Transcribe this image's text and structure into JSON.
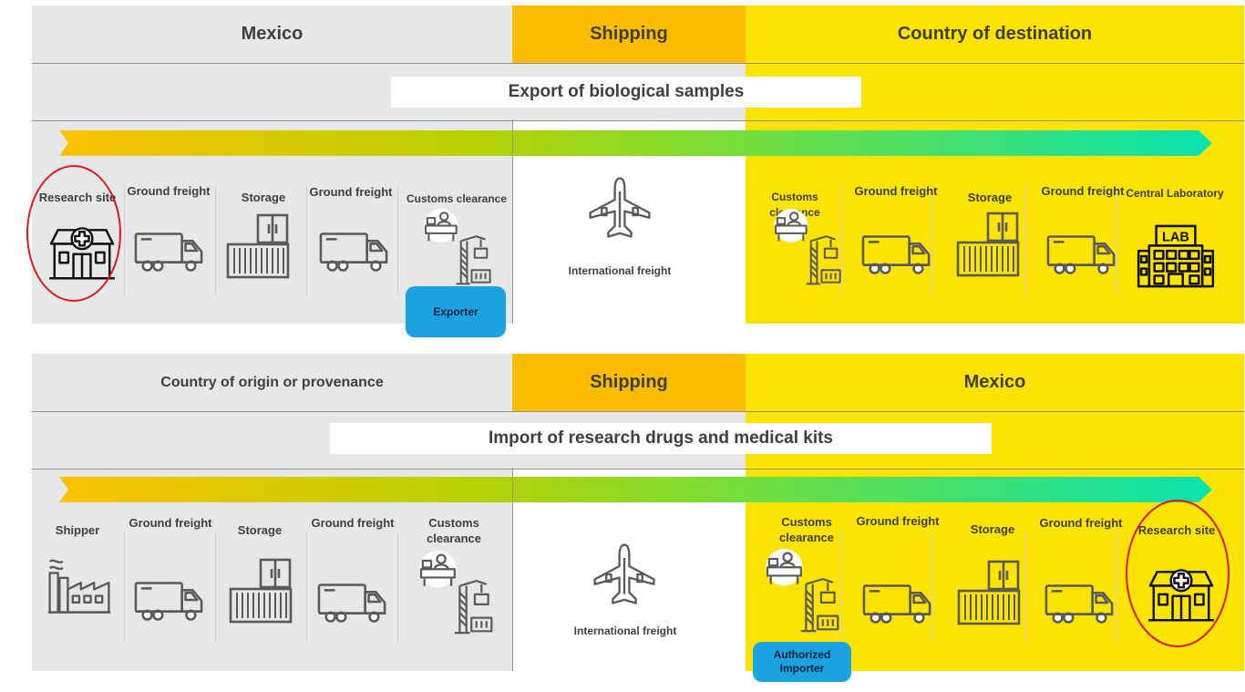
{
  "export": {
    "headers": {
      "left": "Mexico",
      "mid": "Shipping",
      "right": "Country of destination"
    },
    "banner": "Export of biological samples",
    "steps_left": [
      {
        "label": "Research site",
        "icon": "hospital-icon"
      },
      {
        "label": "Ground freight",
        "icon": "truck-icon"
      },
      {
        "label": "Storage",
        "icon": "container-icon"
      },
      {
        "label": "Ground freight",
        "icon": "truck-icon"
      },
      {
        "label": "Customs clearance",
        "icon": "customs-icon"
      }
    ],
    "freight_label": "International freight",
    "steps_right": [
      {
        "label": "Customs clearance",
        "icon": "customs-icon"
      },
      {
        "label": "Ground freight",
        "icon": "truck-icon"
      },
      {
        "label": "Storage",
        "icon": "container-icon"
      },
      {
        "label": "Ground freight",
        "icon": "truck-icon"
      },
      {
        "label": "Central Laboratory",
        "icon": "laboratory-icon"
      }
    ],
    "badge": "Exporter",
    "lab_sign": "LAB"
  },
  "import": {
    "headers": {
      "left": "Country of origin or provenance",
      "mid": "Shipping",
      "right": "Mexico"
    },
    "banner": "Import of research drugs and medical kits",
    "steps_left": [
      {
        "label": "Shipper",
        "icon": "factory-icon"
      },
      {
        "label": "Ground freight",
        "icon": "truck-icon"
      },
      {
        "label": "Storage",
        "icon": "container-icon"
      },
      {
        "label": "Ground freight",
        "icon": "truck-icon"
      },
      {
        "label": "Customs clearance",
        "icon": "customs-icon"
      }
    ],
    "freight_label": "International freight",
    "steps_right": [
      {
        "label": "Customs clearance",
        "icon": "customs-icon"
      },
      {
        "label": "Ground freight",
        "icon": "truck-icon"
      },
      {
        "label": "Storage",
        "icon": "container-icon"
      },
      {
        "label": "Ground freight",
        "icon": "truck-icon"
      },
      {
        "label": "Research site",
        "icon": "hospital-icon"
      }
    ],
    "badge": "Authorized Importer"
  },
  "colors": {
    "grey": "#e6e7e9",
    "orange": "#fcbd00",
    "yellow": "#fde400",
    "badge": "#1aa3e0",
    "highlight": "#e0161b"
  }
}
